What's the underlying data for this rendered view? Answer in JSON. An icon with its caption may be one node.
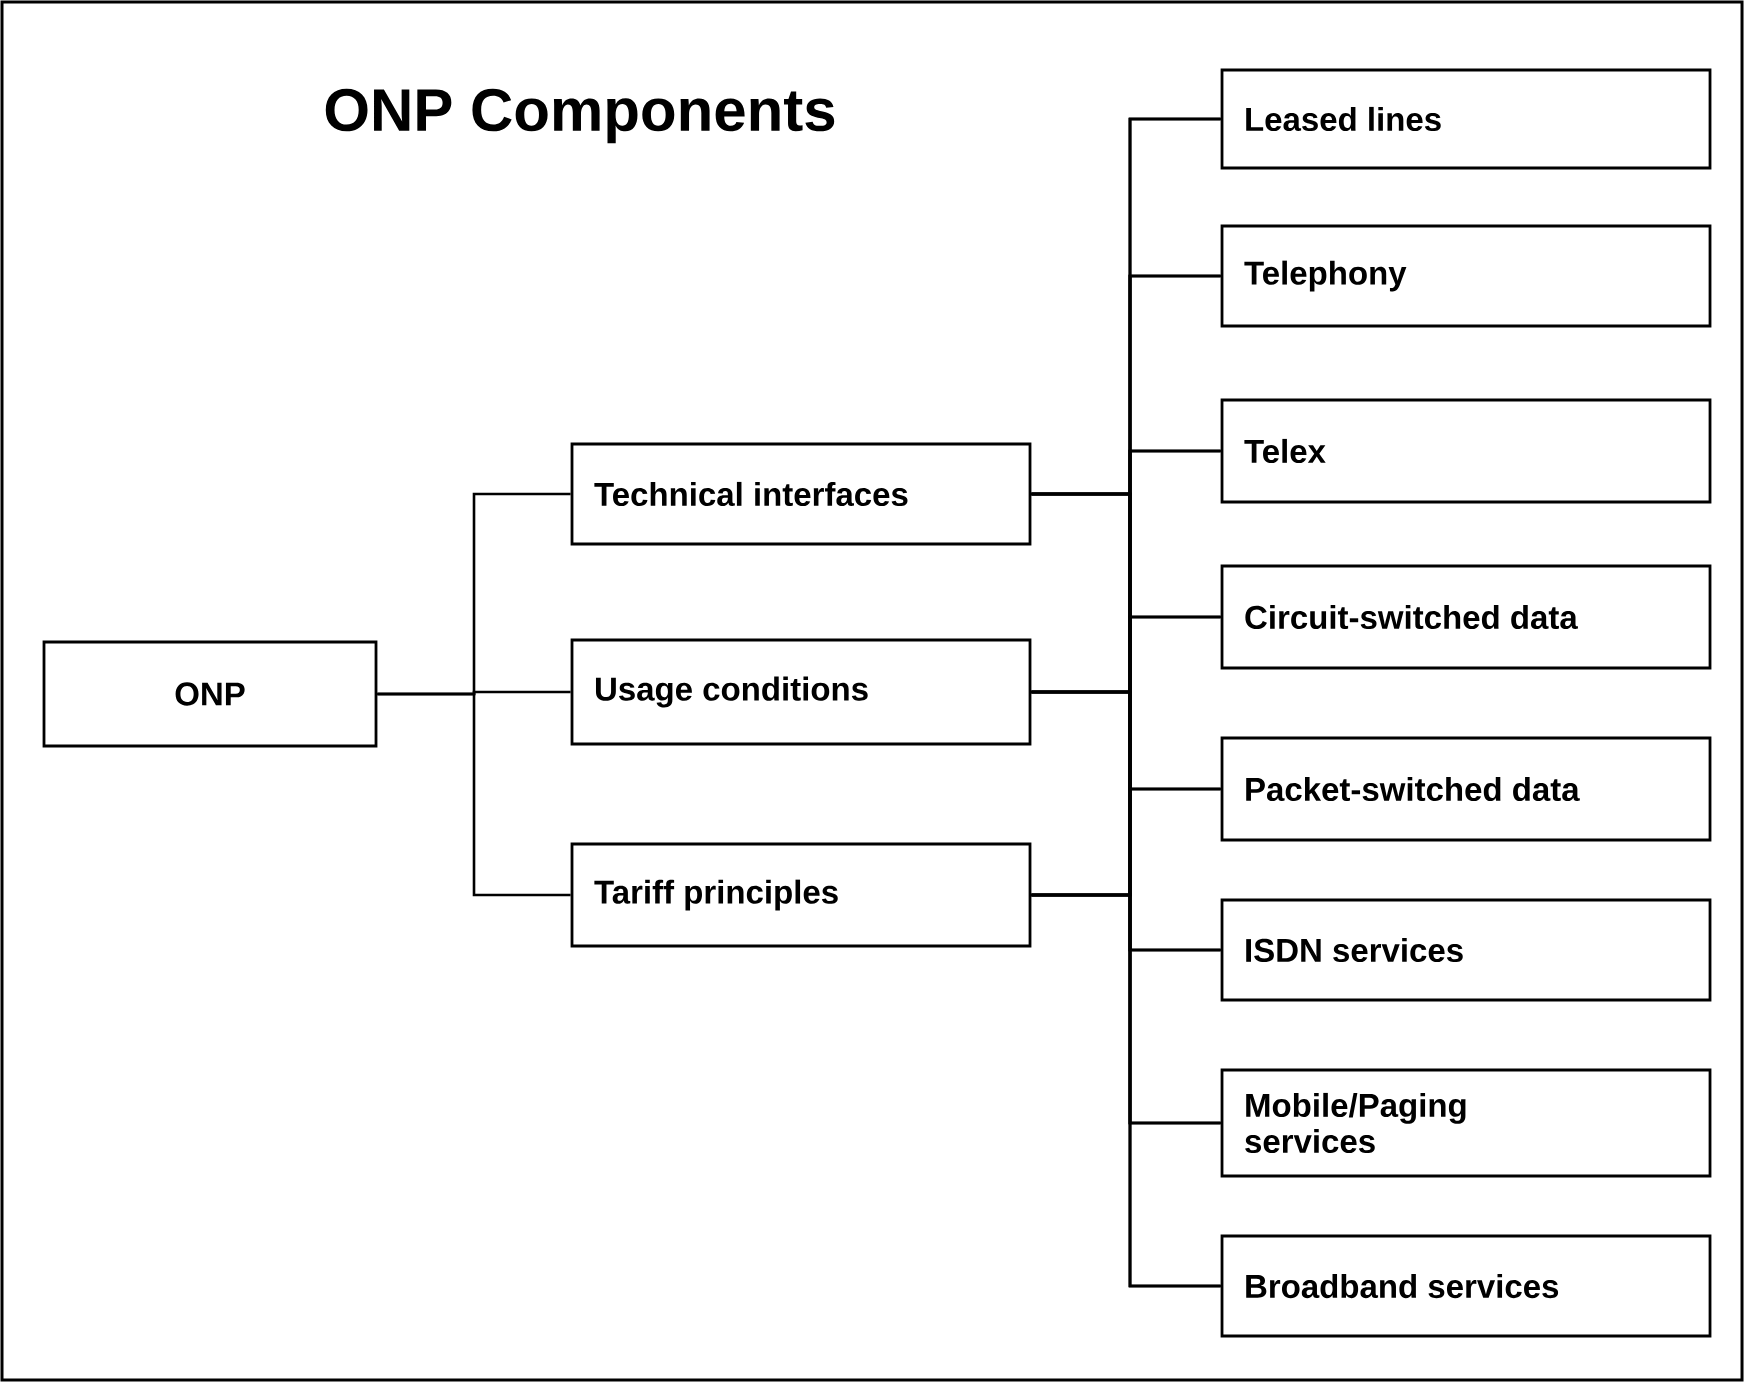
{
  "diagram": {
    "title": "ONP Components",
    "nodes": [
      {
        "text": [
          "ONP"
        ]
      },
      {
        "text": [
          "Technical interfaces"
        ]
      },
      {
        "text": [
          "Usage conditions"
        ]
      },
      {
        "text": [
          "Tariff principles"
        ]
      },
      {
        "text": [
          "Leased lines"
        ]
      },
      {
        "text": [
          "Telephony"
        ]
      },
      {
        "text": [
          "Telex"
        ]
      },
      {
        "text": [
          "Circuit-switched data"
        ]
      },
      {
        "text": [
          "Packet-switched data"
        ]
      },
      {
        "text": [
          "ISDN services"
        ]
      },
      {
        "text": [
          "Mobile/Paging services"
        ]
      },
      {
        "text": [
          "Broadband services"
        ]
      }
    ],
    "edges": [
      {
        "from": 0,
        "to": 1,
        "arrow": "none"
      },
      {
        "from": 0,
        "to": 2,
        "arrow": "none"
      },
      {
        "from": 0,
        "to": 3,
        "arrow": "none"
      },
      {
        "from": 1,
        "to": 4,
        "arrow": "none"
      },
      {
        "from": 1,
        "to": 5,
        "arrow": "none"
      },
      {
        "from": 1,
        "to": 6,
        "arrow": "none"
      },
      {
        "from": 1,
        "to": 7,
        "arrow": "none"
      },
      {
        "from": 1,
        "to": 8,
        "arrow": "none"
      },
      {
        "from": 1,
        "to": 9,
        "arrow": "none"
      },
      {
        "from": 1,
        "to": 10,
        "arrow": "none"
      },
      {
        "from": 1,
        "to": 11,
        "arrow": "none"
      },
      {
        "from": 2,
        "to": 4,
        "arrow": "none"
      },
      {
        "from": 2,
        "to": 5,
        "arrow": "none"
      },
      {
        "from": 2,
        "to": 6,
        "arrow": "none"
      },
      {
        "from": 2,
        "to": 7,
        "arrow": "none"
      },
      {
        "from": 2,
        "to": 8,
        "arrow": "none"
      },
      {
        "from": 2,
        "to": 9,
        "arrow": "none"
      },
      {
        "from": 2,
        "to": 10,
        "arrow": "none"
      },
      {
        "from": 2,
        "to": 11,
        "arrow": "none"
      },
      {
        "from": 3,
        "to": 4,
        "arrow": "none"
      },
      {
        "from": 3,
        "to": 5,
        "arrow": "none"
      },
      {
        "from": 3,
        "to": 6,
        "arrow": "none"
      },
      {
        "from": 3,
        "to": 7,
        "arrow": "none"
      },
      {
        "from": 3,
        "to": 8,
        "arrow": "none"
      },
      {
        "from": 3,
        "to": 9,
        "arrow": "none"
      },
      {
        "from": 3,
        "to": 10,
        "arrow": "none"
      },
      {
        "from": 3,
        "to": 11,
        "arrow": "none"
      }
    ]
  }
}
